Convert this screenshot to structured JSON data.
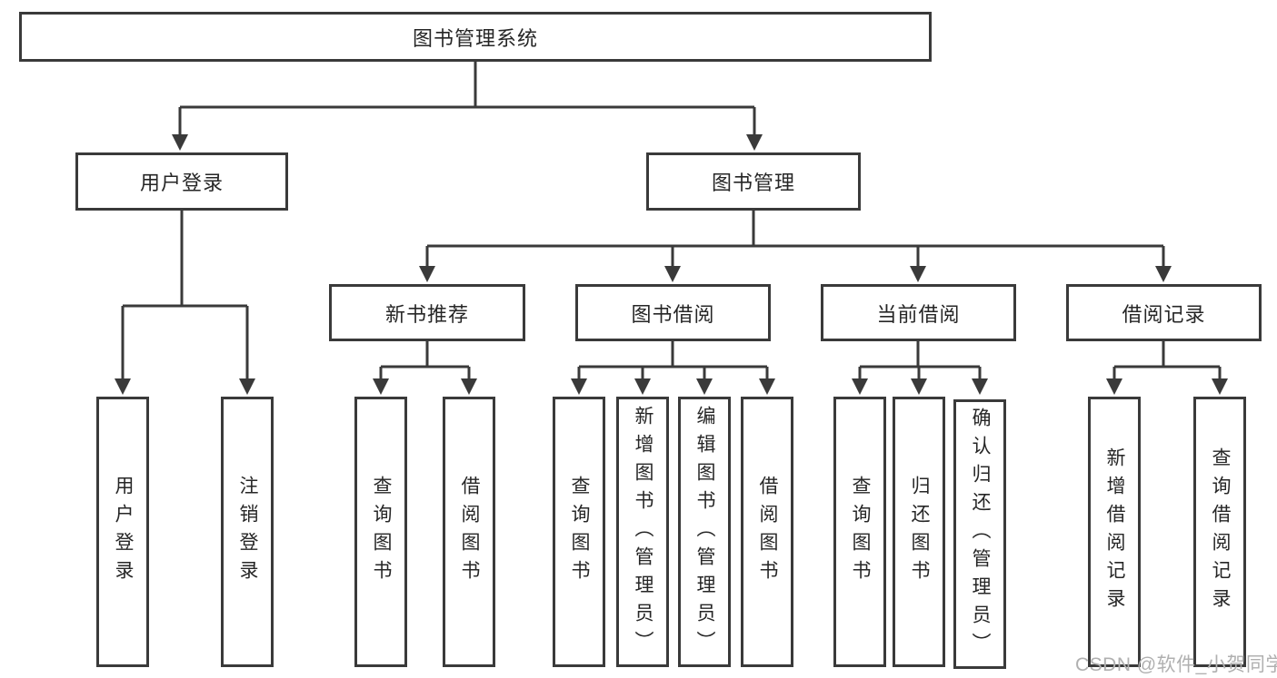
{
  "diagram": {
    "root": {
      "label": "图书管理系统"
    },
    "level2": [
      {
        "label": "用户登录",
        "children": [
          {
            "label": "用户登录"
          },
          {
            "label": "注销登录"
          }
        ]
      },
      {
        "label": "图书管理",
        "children": [
          {
            "label": "新书推荐",
            "children": [
              {
                "label": "查询图书"
              },
              {
                "label": "借阅图书"
              }
            ]
          },
          {
            "label": "图书借阅",
            "children": [
              {
                "label": "查询图书"
              },
              {
                "label": "新增图书（管理员）"
              },
              {
                "label": "编辑图书（管理员）"
              },
              {
                "label": "借阅图书"
              }
            ]
          },
          {
            "label": "当前借阅",
            "children": [
              {
                "label": "查询图书"
              },
              {
                "label": "归还图书"
              },
              {
                "label": "确认归还（管理员）"
              }
            ]
          },
          {
            "label": "借阅记录",
            "children": [
              {
                "label": "新增借阅记录"
              },
              {
                "label": "查询借阅记录"
              }
            ]
          }
        ]
      }
    ]
  },
  "watermark": {
    "text": "CSDN @软件_小贺同学"
  },
  "colors": {
    "line": "#3a3a3a",
    "border": "#3a3a3a",
    "text": "#262626",
    "watermark": "#b0b0b0",
    "background": "#ffffff"
  }
}
